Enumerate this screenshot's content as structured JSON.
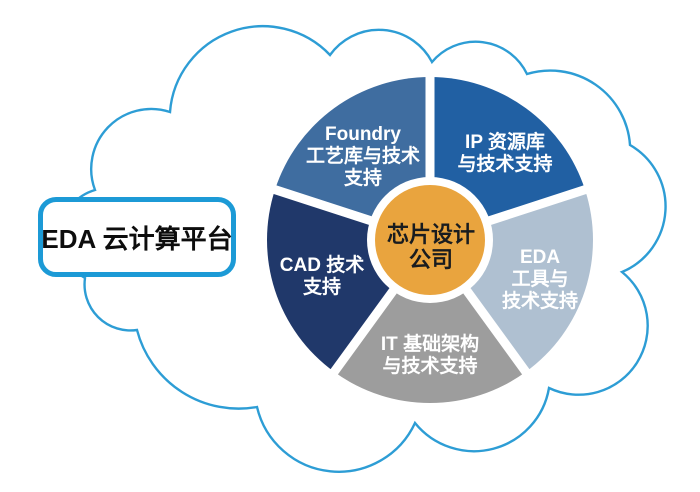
{
  "cloud": {
    "stroke_color": "#2d9dd5"
  },
  "platform_box": {
    "label": "EDA 云计算平台",
    "border_color": "#1c9ad6"
  },
  "hub": {
    "label_line1": "芯片设计",
    "label_line2": "公司",
    "fill": "#e9a43e",
    "text_color": "#191c1f"
  },
  "segments": [
    {
      "name": "foundry",
      "lines": [
        "Foundry",
        "工艺库与技术",
        "支持"
      ],
      "color": "#3f6da0"
    },
    {
      "name": "ip",
      "lines": [
        "IP 资源库",
        "与技术支持"
      ],
      "color": "#2160a3"
    },
    {
      "name": "eda",
      "lines": [
        "EDA",
        "工具与",
        "技术支持"
      ],
      "color": "#afc0d1"
    },
    {
      "name": "it",
      "lines": [
        "IT 基础架构",
        "与技术支持"
      ],
      "color": "#9d9d9d"
    },
    {
      "name": "cad",
      "lines": [
        "CAD 技术",
        "支持"
      ],
      "color": "#20386a"
    }
  ]
}
